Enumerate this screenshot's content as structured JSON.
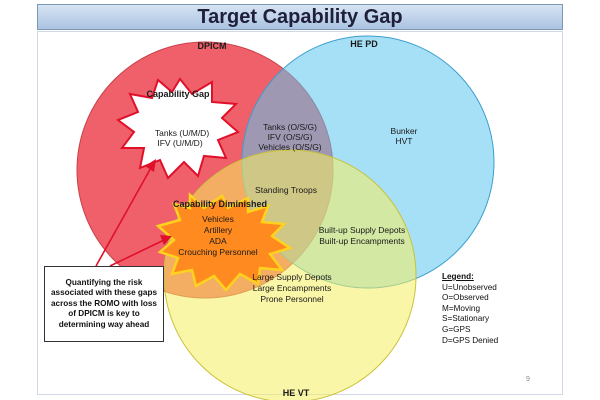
{
  "title": "Target Capability Gap",
  "sets": {
    "dpicm": "DPICM",
    "he_pd": "HE PD",
    "he_vt": "HE VT"
  },
  "colors": {
    "dpicm": "#f0606a",
    "he_pd": "#5cc6ef",
    "he_vt": "#f5ee5e",
    "starburst": "#ff8a1f",
    "starburst_outline": "#ffd21f"
  },
  "regions": {
    "capability_gap": {
      "title": "Capability Gap",
      "items": [
        "Tanks (U/M/D)",
        "IFV (U/M/D)"
      ]
    },
    "dpicm_hepd": {
      "items": [
        "Tanks (O/S/G)",
        "IFV (O/S/G)",
        "Vehicles (O/S/G)"
      ]
    },
    "hepd_only": {
      "items": [
        "Bunker",
        "HVT"
      ]
    },
    "all_three": {
      "items": [
        "Standing Troops"
      ]
    },
    "capability_diminished": {
      "title": "Capability Diminished",
      "items": [
        "Vehicles",
        "Artillery",
        "ADA",
        "Crouching Personnel"
      ]
    },
    "hepd_hevt": {
      "items": [
        "Built-up Supply Depots",
        "Built-up Encampments"
      ]
    },
    "hevt_only": {
      "items": [
        "Large Supply Depots",
        "Large Encampments",
        "Prone Personnel"
      ]
    }
  },
  "callout": "Quantifying the risk associated with these gaps across the ROMO with loss of DPICM is key to determining way ahead",
  "legend": {
    "title": "Legend:",
    "items": [
      "U=Unobserved",
      "O=Observed",
      "M=Moving",
      "S=Stationary",
      "G=GPS",
      "D=GPS Denied"
    ]
  },
  "page_number": "9"
}
